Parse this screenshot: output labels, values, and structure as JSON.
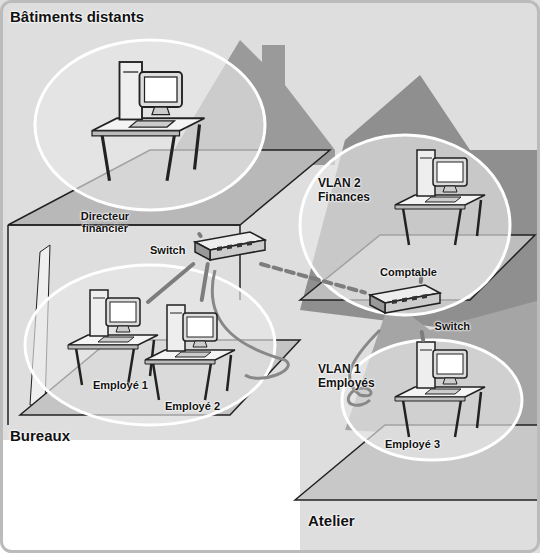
{
  "diagram": {
    "nodes": [
      {
        "text": [
          "Directeur financier"
        ]
      },
      {
        "text": [
          "Switch"
        ]
      },
      {
        "text": [
          "Employé 1"
        ]
      },
      {
        "text": [
          "Employé 2"
        ]
      },
      {
        "text": [
          "Comptable"
        ]
      },
      {
        "text": [
          "Switch"
        ]
      },
      {
        "text": [
          "Employé 3"
        ]
      }
    ],
    "edges": [
      {
        "from": 1,
        "to": 0,
        "arrow": "none"
      },
      {
        "from": 1,
        "to": 2,
        "arrow": "none"
      },
      {
        "from": 1,
        "to": 3,
        "arrow": "none"
      },
      {
        "from": 1,
        "to": 5,
        "arrow": "none"
      },
      {
        "from": 5,
        "to": 4,
        "arrow": "none"
      },
      {
        "from": 5,
        "to": 6,
        "arrow": "none"
      }
    ],
    "labels": [
      "Bâtiments distants",
      "VLAN 2 Finances",
      "VLAN 1 Employés",
      "Bureaux",
      "Atelier"
    ]
  }
}
